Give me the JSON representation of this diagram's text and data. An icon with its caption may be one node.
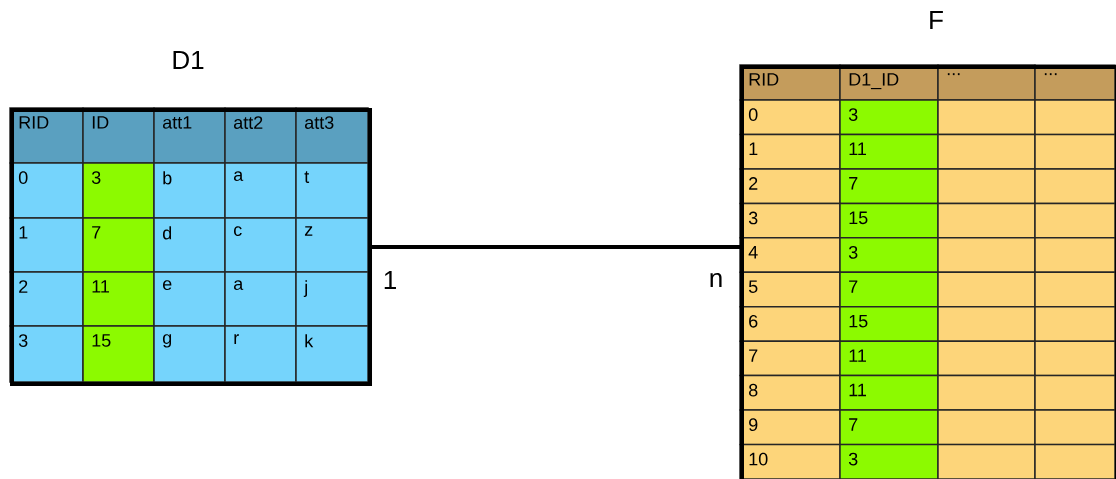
{
  "diagram": {
    "nodes": [
      {
        "text": [
          "D1"
        ]
      },
      {
        "text": [
          "F"
        ]
      }
    ],
    "edges": [
      {
        "from": 0,
        "to": 1,
        "arrow": "none"
      }
    ],
    "labels": [
      "RID",
      "ID",
      "att1",
      "att2",
      "att3",
      "0",
      "3",
      "b",
      "a",
      "t",
      "1",
      "7",
      "d",
      "c",
      "z",
      "2",
      "11",
      "e",
      "a",
      "j",
      "3",
      "15",
      "g",
      "r",
      "k",
      "RID",
      "D1_ID",
      "...",
      "...",
      "0",
      "3",
      "1",
      "11",
      "2",
      "7",
      "3",
      "15",
      "4",
      "3",
      "5",
      "7",
      "6",
      "15",
      "7",
      "11",
      "8",
      "11",
      "9",
      "7",
      "10",
      "3",
      "1",
      "n"
    ]
  }
}
